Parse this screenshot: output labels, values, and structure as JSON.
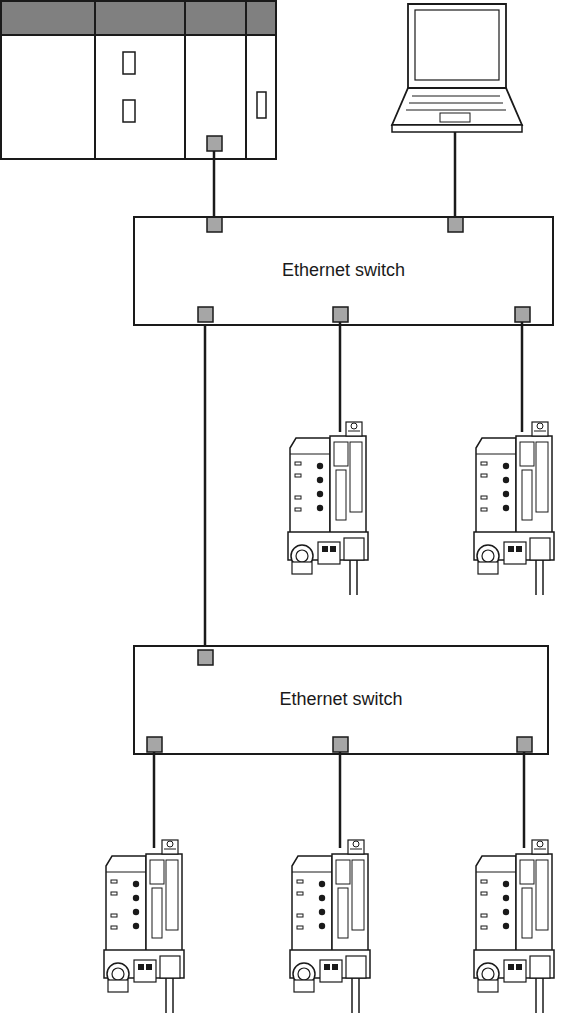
{
  "diagram": {
    "nodes": [
      {
        "text": [
          "Ethernet switch"
        ]
      },
      {
        "text": [
          "Ethernet switch"
        ]
      }
    ],
    "edges": [
      {
        "from": 0,
        "to": 1,
        "arrow": "none"
      }
    ]
  }
}
